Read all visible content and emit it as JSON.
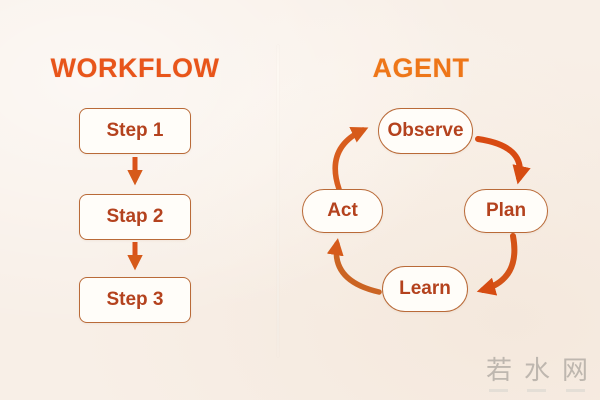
{
  "left_panel": {
    "title": "WORKFLOW",
    "flow_type": "linear sequence",
    "steps": [
      {
        "label": "Step 1"
      },
      {
        "label": "Stap 2"
      },
      {
        "label": "Step 3"
      }
    ],
    "flow_arrows": [
      {
        "from": "Step 1",
        "to": "Stap 2"
      },
      {
        "from": "Stap 2",
        "to": "Step 3"
      }
    ]
  },
  "right_panel": {
    "title": "AGENT",
    "flow_type": "circular loop",
    "cycle_nodes": [
      {
        "position": "top",
        "label": "Observe"
      },
      {
        "position": "right",
        "label": "Plan"
      },
      {
        "position": "bottom",
        "label": "Learn"
      },
      {
        "position": "left",
        "label": "Act"
      }
    ],
    "cycle_arrows": [
      {
        "from": "Act",
        "to": "Observe"
      },
      {
        "from": "Observe",
        "to": "Plan"
      },
      {
        "from": "Plan",
        "to": "Learn"
      },
      {
        "from": "Learn",
        "to": "Act"
      }
    ]
  },
  "watermark": {
    "text": "若水网"
  },
  "colors": {
    "background": "#f8efe7",
    "title_workflow": "#e8551a",
    "title_agent": "#ee7618",
    "node_border": "#b96a38",
    "node_background": "#fffdf9",
    "node_text": "#b4421e",
    "arrow": "#d9521a",
    "watermark_text": "#b5afa7"
  }
}
